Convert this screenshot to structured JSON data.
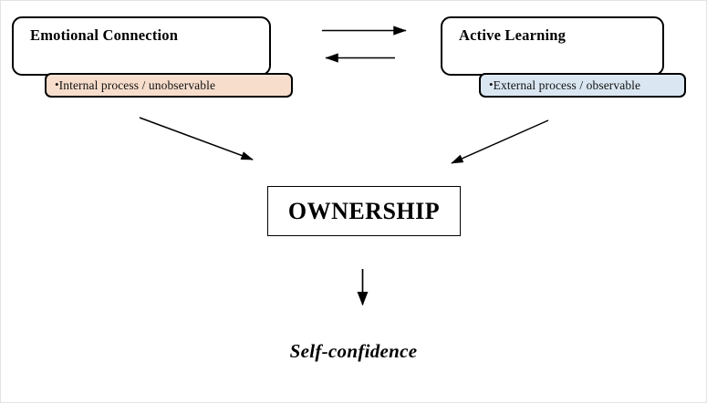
{
  "diagram": {
    "title_text": "",
    "nodes": {
      "emotional": {
        "title": "Emotional Connection",
        "callout": "Internal process / unobservable",
        "callout_bullet": "•",
        "callout_fill": "#f7ddcc",
        "border_color": "#000000"
      },
      "active": {
        "title": "Active Learning",
        "callout": "External process / observable",
        "callout_bullet": "•",
        "callout_fill": "#dae7f2",
        "border_color": "#000000"
      },
      "ownership": {
        "label": "OWNERSHIP",
        "border_color": "#000000",
        "fill": "#ffffff"
      },
      "outcome": {
        "label": "Self-confidence"
      }
    },
    "connectors": [
      {
        "name": "emotional-to-active-arrow",
        "from": "Emotional Connection",
        "to": "Active Learning",
        "direction": "right",
        "style": "straight"
      },
      {
        "name": "active-to-emotional-arrow",
        "from": "Active Learning",
        "to": "Emotional Connection",
        "direction": "left",
        "style": "straight"
      },
      {
        "name": "emotional-to-ownership-arrow",
        "from": "Emotional Connection",
        "to": "OWNERSHIP",
        "direction": "down-right",
        "style": "diagonal"
      },
      {
        "name": "active-to-ownership-arrow",
        "from": "Active Learning",
        "to": "OWNERSHIP",
        "direction": "down-left",
        "style": "diagonal"
      },
      {
        "name": "ownership-to-outcome-arrow",
        "from": "OWNERSHIP",
        "to": "Self-confidence",
        "direction": "down",
        "style": "straight"
      }
    ],
    "colors": {
      "stroke": "#000000",
      "background": "#ffffff",
      "page_border": "#e3e3e3"
    }
  }
}
